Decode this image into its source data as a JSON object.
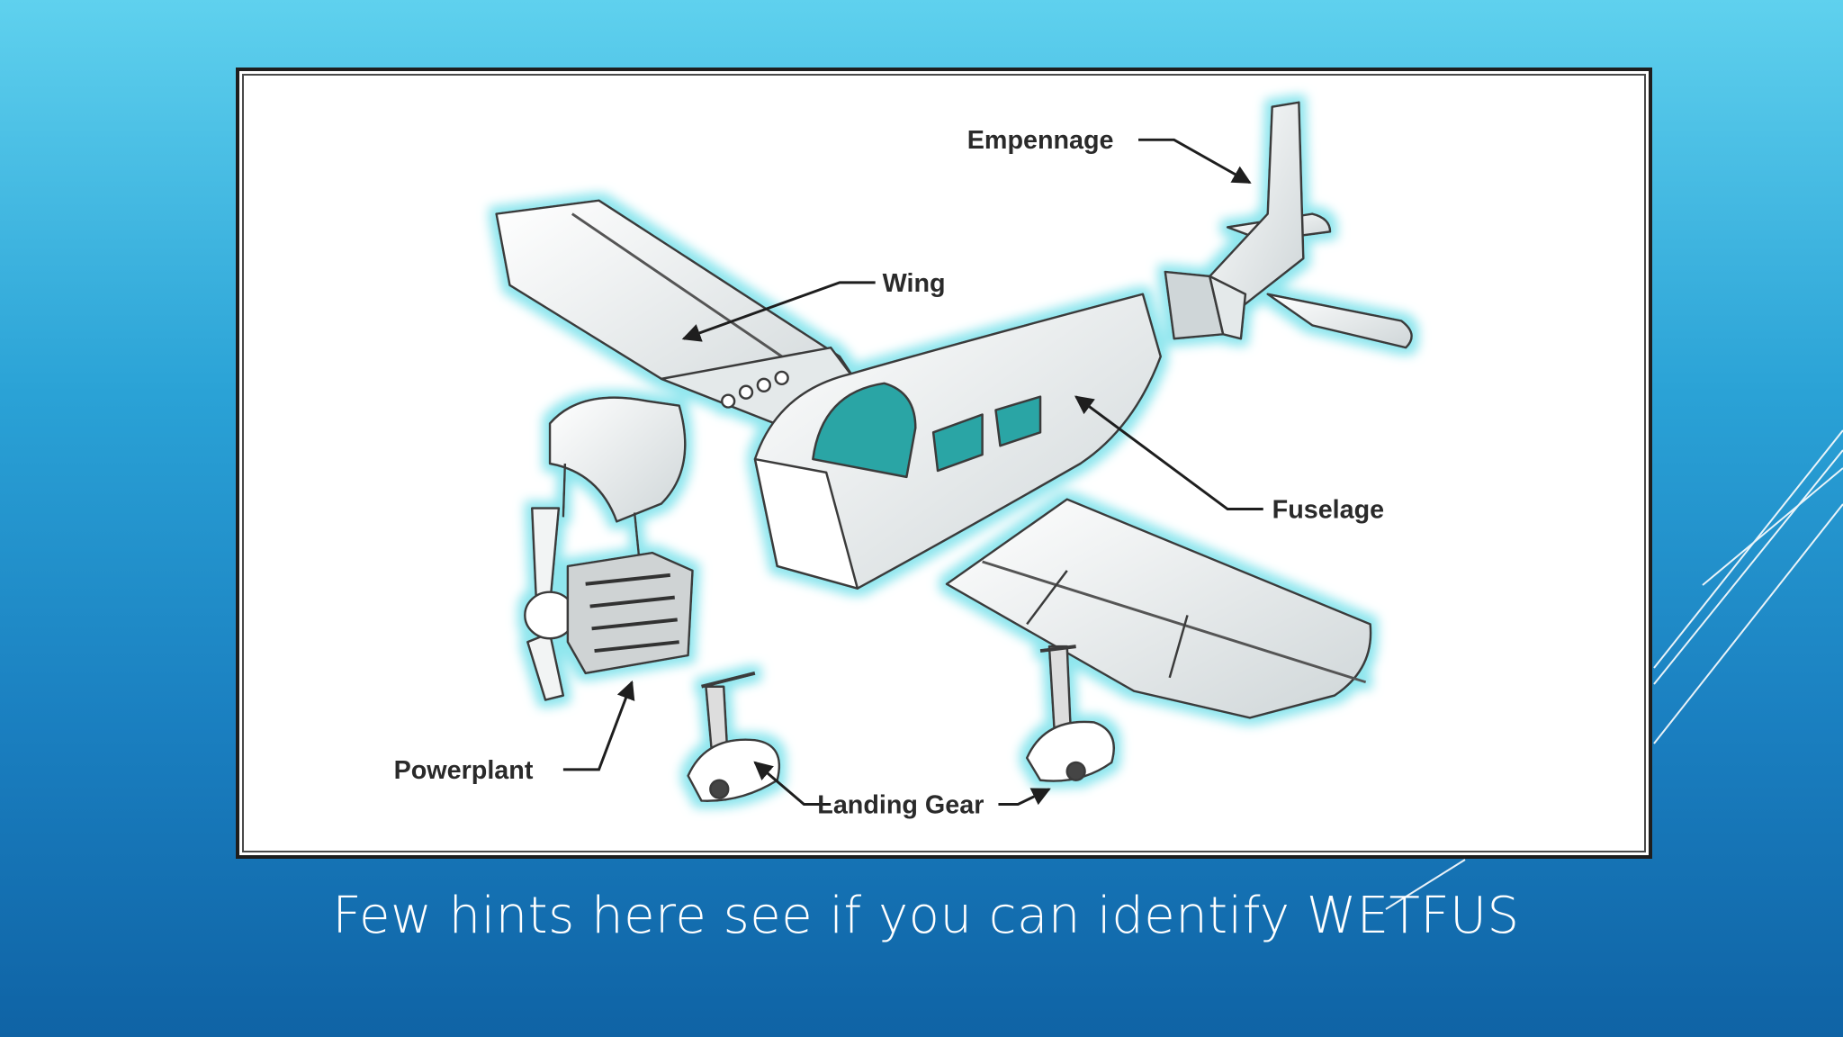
{
  "diagram": {
    "labels": {
      "empennage": "Empennage",
      "wing": "Wing",
      "fuselage": "Fuselage",
      "powerplant": "Powerplant",
      "landing_gear": "Landing Gear"
    }
  },
  "caption": "Few hints here see if you can identify WETFUS",
  "colors": {
    "background_top": "#5fd1ee",
    "background_bottom": "#0f63a5",
    "glow": "#8fe6ee",
    "window": "#2aa5a5"
  }
}
